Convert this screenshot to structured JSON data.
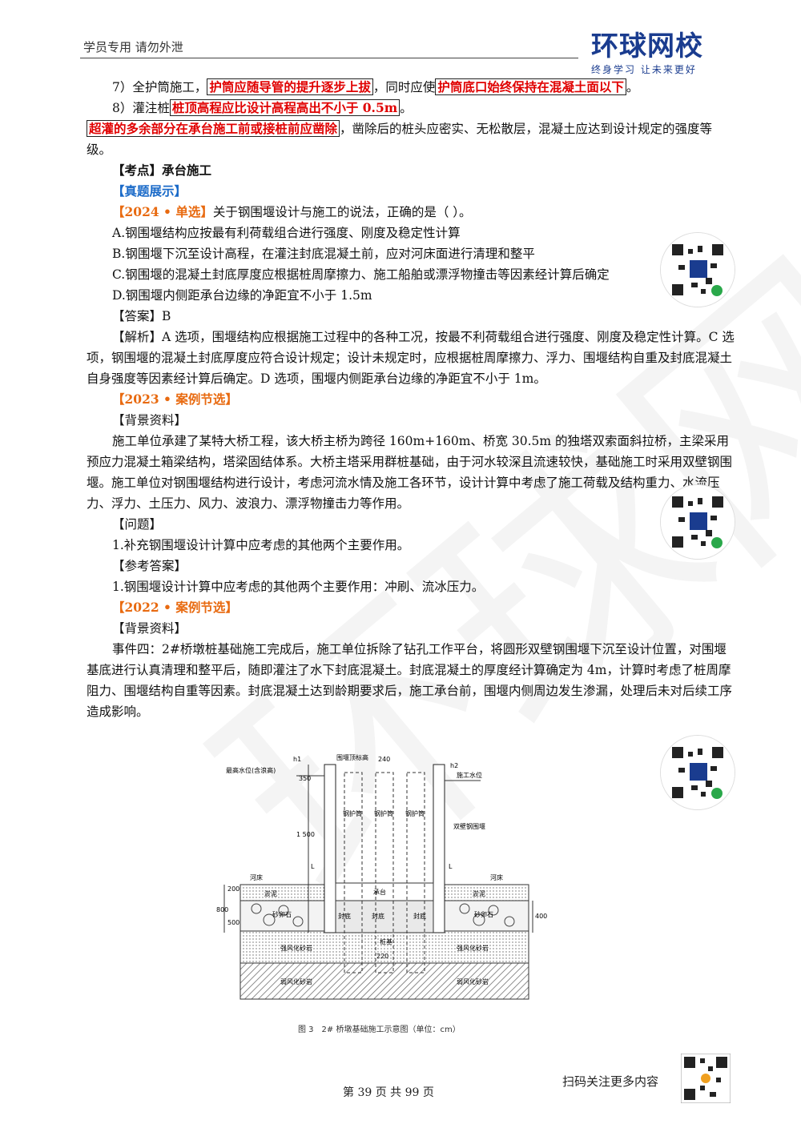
{
  "header": {
    "note": "学员专用 请勿外泄",
    "brand": "环球网校",
    "slogan": "终身学习 让未来更好"
  },
  "watermark": "环球网校",
  "lines": {
    "l7_pre": "7）全护筒施工，",
    "l7_hl1": "护筒应随导管的提升逐步上拔",
    "l7_mid": "，同时应使",
    "l7_hl2": "护筒底口始终保持在混凝土面以下",
    "l7_end": "。",
    "l8_pre": "8）灌注桩",
    "l8_hl": "桩顶高程应比设计高程高出不小于 0.5m",
    "l8_end": "。",
    "l9_hl": "超灌的多余部分在承台施工前或接桩前应凿除",
    "l9_rest": "，凿除后的桩头应密实、无松散层，混凝土应达到设计规定的强度等级。",
    "kaodian": "【考点】承台施工",
    "zhenti": "【真题展示】",
    "q2024_tag": "【2024 • 单选】",
    "q2024_stem": "关于钢围堰设计与施工的说法，正确的是（ ）。",
    "optA": "A.钢围堰结构应按最有利荷载组合进行强度、刚度及稳定性计算",
    "optB": "B.钢围堰下沉至设计高程，在灌注封底混凝土前，应对河床面进行清理和整平",
    "optC": "C.钢围堰的混凝土封底厚度应根据桩周摩擦力、施工船舶或漂浮物撞击等因素经计算后确定",
    "optD": "D.钢围堰内侧距承台边缘的净距宜不小于 1.5m",
    "answer": "【答案】B",
    "analysis": "【解析】A 选项，围堰结构应根据施工过程中的各种工况，按最不利荷载组合进行强度、刚度及稳定性计算。C 选项，钢围堰的混凝土封底厚度应符合设计规定；设计未规定时，应根据桩周摩擦力、浮力、围堰结构自重及封底混凝土自身强度等因素经计算后确定。D 选项，围堰内侧距承台边缘的净距宜不小于 1m。",
    "c2023_tag": "【2023 • 案例节选】",
    "bg1_label": "【背景资料】",
    "bg1_p1": "施工单位承建了某特大桥工程，该大桥主桥为跨径 160m+160m、桥宽 30.5m 的独塔双索面斜拉桥，主梁采用预应力混凝土箱梁结构，塔梁固结体系。大桥主塔采用群桩基础，由于河水较深且流速较快，基础施工时采用双壁钢围堰。施工单位对钢围堰结构进行设计，考虑河流水情及施工各环节，设计计算中考虑了施工荷载及结构重力、水流压力、浮力、土压力、风力、波浪力、漂浮物撞击力等作用。",
    "q_label": "【问题】",
    "q1": "1.补充钢围堰设计计算中应考虑的其他两个主要作用。",
    "ref_label": "【参考答案】",
    "ref1": "1.钢围堰设计计算中应考虑的其他两个主要作用：冲刷、流冰压力。",
    "c2022_tag": "【2022 • 案例节选】",
    "bg2_label": "【背景资料】",
    "bg2_p1": "事件四：2#桥墩桩基础施工完成后，施工单位拆除了钻孔工作平台，将圆形双壁钢围堰下沉至设计位置，对围堰基底进行认真清理和整平后，随即灌注了水下封底混凝土。封底混凝土的厚度经计算确定为 4m，计算时考虑了桩周摩阻力、围堰结构自重等因素。封底混凝土达到龄期要求后，施工承台前，围堰内侧周边发生渗漏，处理后未对后续工序造成影响。"
  },
  "figure": {
    "caption": "图 3　2# 桥墩基础施工示意图（单位：cm）",
    "labels": {
      "h1": "h1",
      "max_water": "最高水位(含浪高)",
      "cofferdam_top": "围堰顶标高",
      "construction_water": "施工水位",
      "d240": "240",
      "d350": "350",
      "d1500": "1 500",
      "d200": "200",
      "d800": "800",
      "d500": "500",
      "d400": "400",
      "d220": "220",
      "L": "L",
      "riverbed": "河床",
      "silt": "淤泥",
      "gravel": "砂卵石",
      "strong_rock": "强风化砂岩",
      "weak_rock": "弱风化砂岩",
      "double_wall": "双壁钢围堰",
      "casing": "钢护筒",
      "seal": "封底",
      "cap": "承台",
      "pile": "桩基",
      "h2": "h2"
    }
  },
  "footer": {
    "scan": "扫码关注更多内容",
    "page": "第 39 页 共 99 页"
  }
}
